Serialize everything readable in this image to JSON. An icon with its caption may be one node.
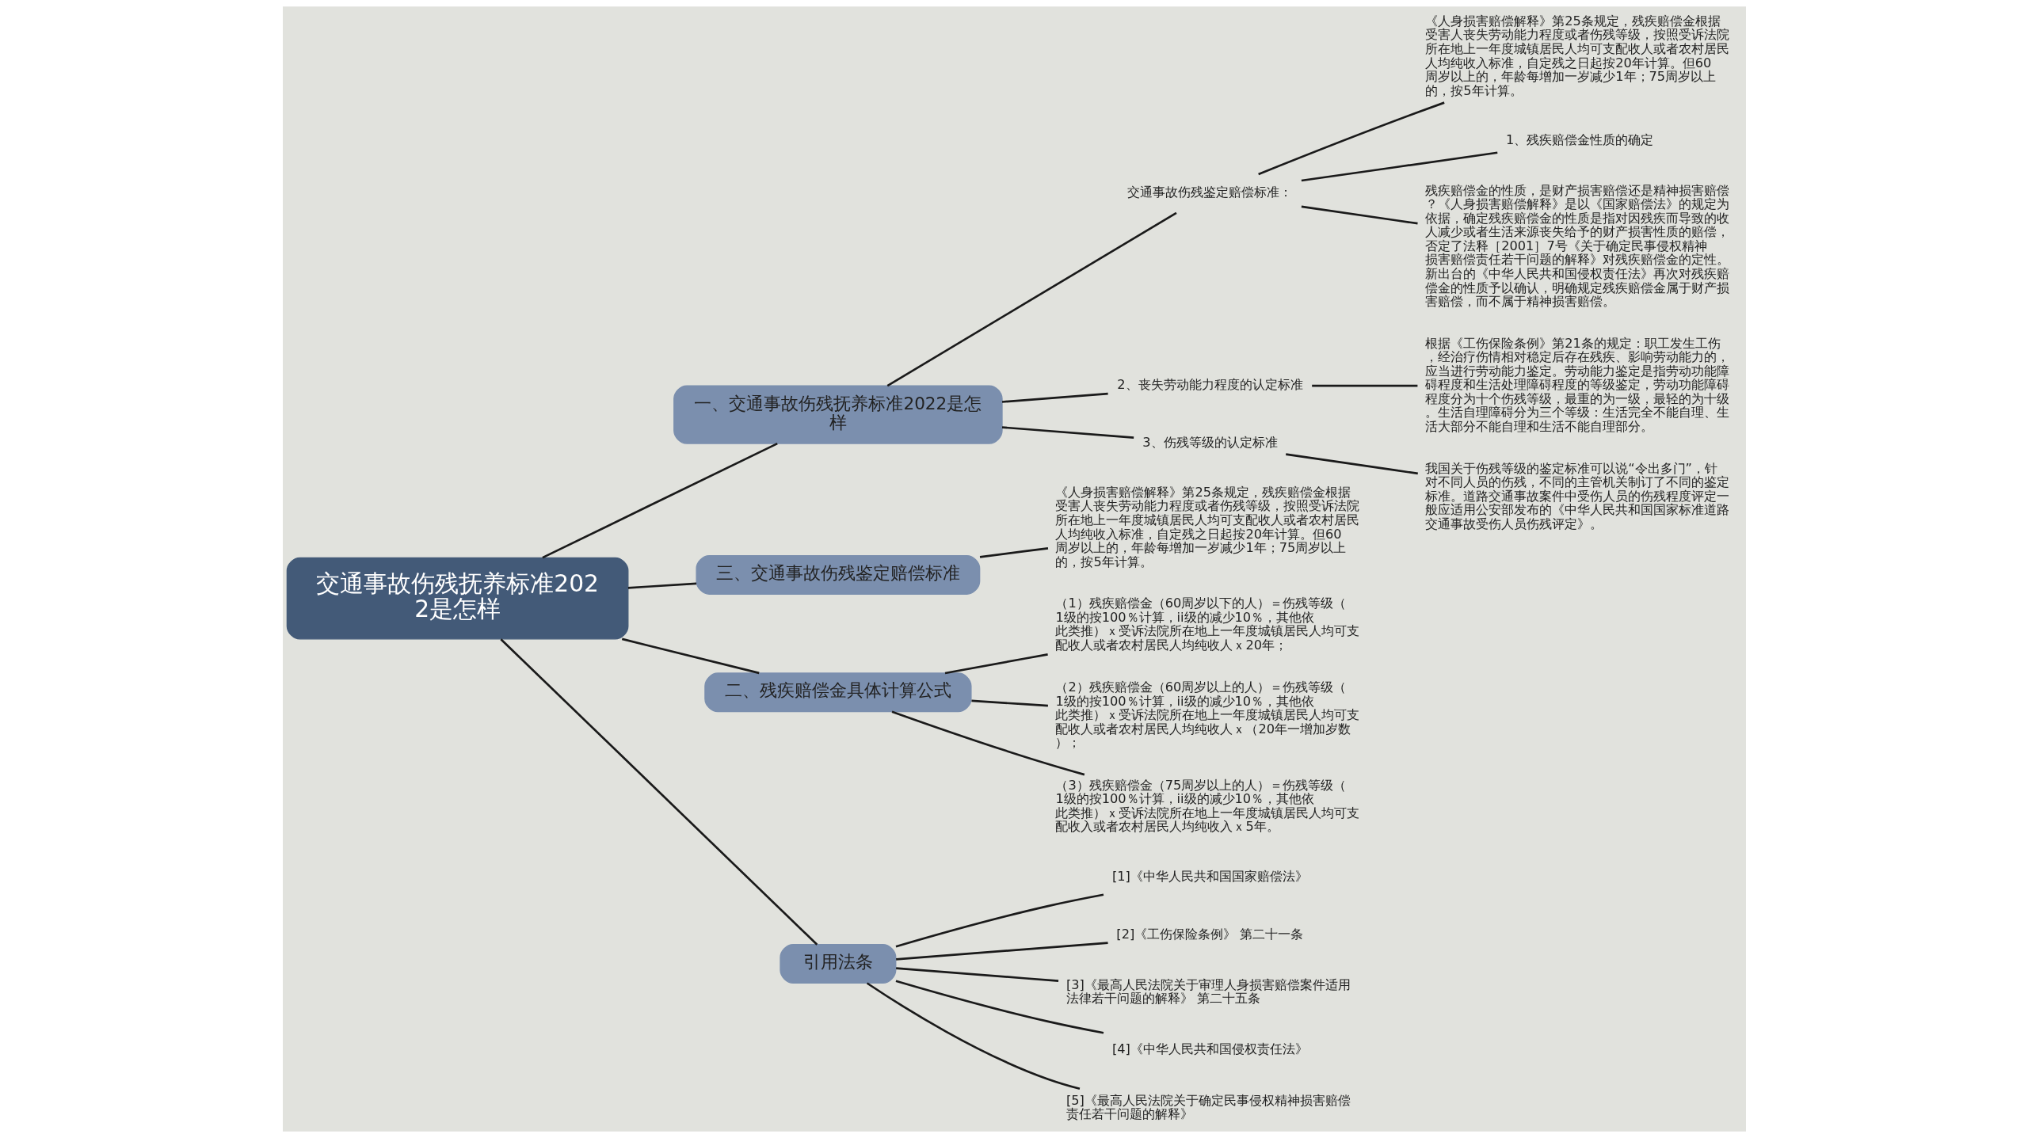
{
  "diagram": {
    "nodes": [
      {
        "text": [
          "交通事故伤残抚养标准2022是怎样"
        ]
      },
      {
        "text": [
          "一、交通事故伤残抚养标准2022是怎样"
        ]
      },
      {
        "text": [
          "交通事故伤残鉴定赔偿标准："
        ]
      },
      {
        "text": [
          "《人身损害赔偿解释》第25条规定，残疾赔偿金根据受害人丧失劳动能力程度或者伤残等级，按照受诉法院所在地上一年度城镇居民人均可支配收人或者农村居民人均纯收入标准，自定残之日起按20年计算。但60周岁以上的，年龄每增加一岁减少1年；75周岁以上的，按5年计算。"
        ]
      },
      {
        "text": [
          "1、残疾赔偿金性质的确定"
        ]
      },
      {
        "text": [
          "残疾赔偿金的性质，是财产损害赔偿还是精神损害赔偿？《人身损害赔偿解释》是以《国家赔偿法》的规定为依据，确定残疾赔偿金的性质是指对因残疾而导致的收人减少或者生活来源丧失给予的财产损害性质的赔偿，否定了法释［2001］7号《关于确定民事侵权精神损害赔偿责任若干问题的解释》对残疾赔偿金的定性。新出台的《中华人民共和国侵权责任法》再次对残疾赔偿金的性质予以确认，明确规定残疾赔偿金属于财产损害赔偿，而不属于精神损害赔偿。"
        ]
      },
      {
        "text": [
          "2、丧失劳动能力程度的认定标准"
        ]
      },
      {
        "text": [
          "根据《工伤保险条例》第21条的规定：职工发生工伤，经治疗伤情相对稳定后存在残疾、影响劳动能力的，应当进行劳动能力鉴定。劳动能力鉴定是指劳动功能障碍程度和生活处理障碍程度的等级鉴定，劳动功能障碍程度分为十个伤残等级，最重的为一级，最轻的为十级。生活自理障碍分为三个等级：生活完全不能自理、生活大部分不能自理和生活不能自理部分。"
        ]
      },
      {
        "text": [
          "3、伤残等级的认定标准"
        ]
      },
      {
        "text": [
          "我国关于伤残等级的鉴定标准可以说“令出多门”，针对不同人员的伤残，不同的主管机关制订了不同的鉴定标准。道路交通事故案件中受伤人员的伤残程度评定一般应适用公安部发布的《中华人民共和国国家标准道路交通事故受伤人员伤残评定》。"
        ]
      },
      {
        "text": [
          "三、交通事故伤残鉴定赔偿标准"
        ]
      },
      {
        "text": [
          "《人身损害赔偿解释》第25条规定，残疾赔偿金根据受害人丧失劳动能力程度或者伤残等级，按照受诉法院所在地上一年度城镇居民人均可支配收人或者农村居民人均纯收入标准，自定残之日起按20年计算。但60周岁以上的，年龄每增加一岁减少1年；75周岁以上的，按5年计算。"
        ]
      },
      {
        "text": [
          "二、残疾赔偿金具体计算公式"
        ]
      },
      {
        "text": [
          "（1）残疾赔偿金（60周岁以下的人）＝伤残等级（1级的按100％计算，ii级的减少10％，其他依此类推）ｘ受诉法院所在地上一年度城镇居民人均可支配收人或者农村居民人均纯收人ｘ20年；"
        ]
      },
      {
        "text": [
          "（2）残疾赔偿金（60周岁以上的人）＝伤残等级（1级的按100％计算，ii级的减少10％，其他依此类推）ｘ受诉法院所在地上一年度城镇居民人均可支配收人或者农村居民人均纯收人ｘ（20年一增加岁数）；"
        ]
      },
      {
        "text": [
          "（3）残疾赔偿金（75周岁以上的人）＝伤残等级（1级的按100％计算，ii级的减少10％，其他依此类推）ｘ受诉法院所在地上一年度城镇居民人均可支配收入或者农村居民人均纯收入ｘ5年。"
        ]
      },
      {
        "text": [
          "引用法条"
        ]
      },
      {
        "text": [
          "[1]《中华人民共和国国家赔偿法》"
        ]
      },
      {
        "text": [
          "[2]《工伤保险条例》 第二十一条"
        ]
      },
      {
        "text": [
          "[3]《最高人民法院关于审理人身损害赔偿案件适用法律若干问题的解释》 第二十五条"
        ]
      },
      {
        "text": [
          "[4]《中华人民共和国侵权责任法》"
        ]
      },
      {
        "text": [
          "[5]《最高人民法院关于确定民事侵权精神损害赔偿责任若干问题的解释》"
        ]
      }
    ],
    "edges": [
      {
        "from": 0,
        "to": 1,
        "arrow": "none"
      },
      {
        "from": 1,
        "to": 2,
        "arrow": "none"
      },
      {
        "from": 2,
        "to": 3,
        "arrow": "none"
      },
      {
        "from": 2,
        "to": 4,
        "arrow": "none"
      },
      {
        "from": 2,
        "to": 5,
        "arrow": "none"
      },
      {
        "from": 1,
        "to": 6,
        "arrow": "none"
      },
      {
        "from": 6,
        "to": 7,
        "arrow": "none"
      },
      {
        "from": 1,
        "to": 8,
        "arrow": "none"
      },
      {
        "from": 8,
        "to": 9,
        "arrow": "none"
      },
      {
        "from": 0,
        "to": 10,
        "arrow": "none"
      },
      {
        "from": 10,
        "to": 11,
        "arrow": "none"
      },
      {
        "from": 0,
        "to": 12,
        "arrow": "none"
      },
      {
        "from": 12,
        "to": 13,
        "arrow": "none"
      },
      {
        "from": 12,
        "to": 14,
        "arrow": "none"
      },
      {
        "from": 12,
        "to": 15,
        "arrow": "none"
      },
      {
        "from": 0,
        "to": 16,
        "arrow": "none"
      },
      {
        "from": 16,
        "to": 17,
        "arrow": "none"
      },
      {
        "from": 16,
        "to": 18,
        "arrow": "none"
      },
      {
        "from": 16,
        "to": 19,
        "arrow": "none"
      },
      {
        "from": 16,
        "to": 20,
        "arrow": "none"
      },
      {
        "from": 16,
        "to": 21,
        "arrow": "none"
      }
    ]
  }
}
